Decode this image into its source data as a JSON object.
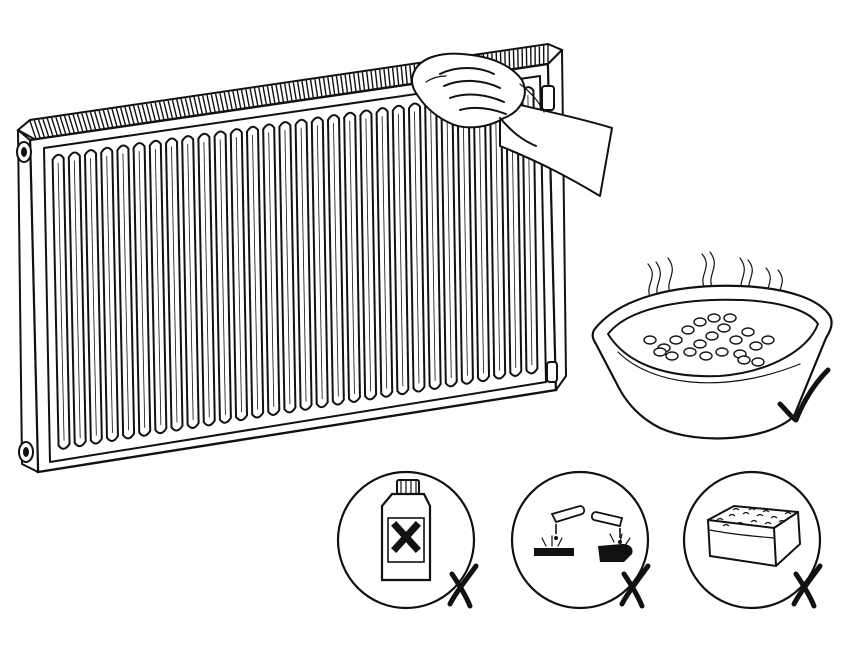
{
  "illustration": {
    "fin_count": 30,
    "colors": {
      "ink": "#111111",
      "paper": "#ffffff"
    },
    "panels": [
      {
        "id": "radiator",
        "icon": "radiator-being-wiped-icon",
        "verdict": "instruction"
      },
      {
        "id": "soapy-water",
        "icon": "warm-soapy-water-bowl-icon",
        "verdict": "allowed",
        "mark": "check-mark-icon"
      },
      {
        "id": "solvent",
        "icon": "solvent-bottle-icon",
        "verdict": "forbidden",
        "mark": "cross-mark-icon"
      },
      {
        "id": "corrosive",
        "icon": "corrosive-hazard-icon",
        "verdict": "forbidden",
        "mark": "cross-mark-icon"
      },
      {
        "id": "abrasive-sponge",
        "icon": "abrasive-sponge-icon",
        "verdict": "forbidden",
        "mark": "cross-mark-icon"
      }
    ]
  }
}
